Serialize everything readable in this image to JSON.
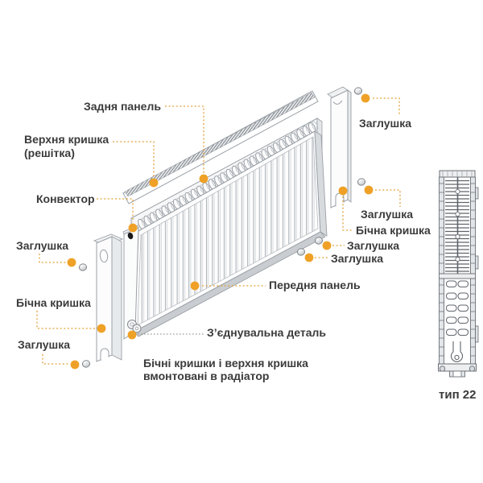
{
  "figure": {
    "type_tag": "тип 22",
    "accent_color": "#EFA127",
    "gray_line_color": "#9B9B9B",
    "text_color": "#3B3B3B"
  },
  "labels": {
    "back_panel": "Задня панель",
    "top_cover_line1": "Верхня кришка",
    "top_cover_line2": "(решітка)",
    "convector": "Конвектор",
    "plug_left_top": "Заглушка",
    "side_cover_left": "Бічна кришка",
    "plug_left_bottom": "Заглушка",
    "plug_right_top": "Заглушка",
    "plug_right_mid": "Заглушка",
    "side_cover_right": "Бічна кришка",
    "plug_right_upper": "Заглушка",
    "plug_right_lower": "Заглушка",
    "front_panel": "Передня панель",
    "connector_part": "З’єднувальна деталь",
    "note_line1": "Бічні кришки і верхня кришка",
    "note_line2": "вмонтовані в радіатор"
  }
}
